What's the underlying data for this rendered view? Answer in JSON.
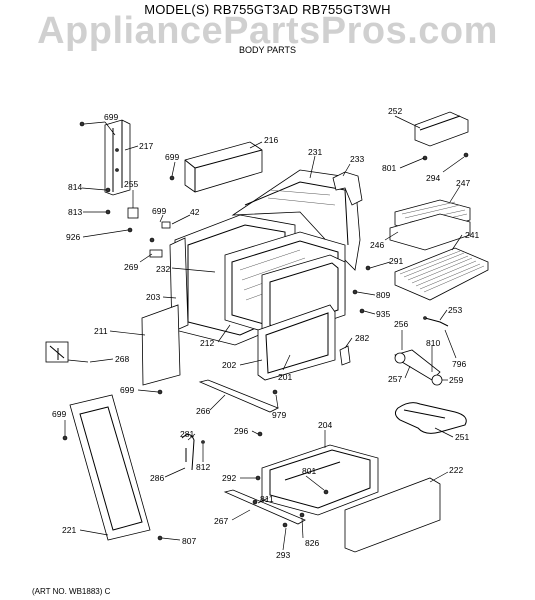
{
  "header": {
    "model_line": "MODEL(S) RB755GT3AD RB755GT3WH",
    "watermark": "AppliancePartsPros.com",
    "section": "BODY PARTS"
  },
  "footer": {
    "art_no": "(ART NO. WB1883) C"
  },
  "callouts": {
    "c699a": "699",
    "c217": "217",
    "c216": "216",
    "c699b": "699",
    "c231": "231",
    "c233": "233",
    "c252": "252",
    "c801a": "801",
    "c294": "294",
    "c247": "247",
    "c814": "814",
    "c255": "255",
    "c813": "813",
    "c699c": "699",
    "c42": "42",
    "c926": "926",
    "c269": "269",
    "c232": "232",
    "c246": "246",
    "c241": "241",
    "c291": "291",
    "c809": "809",
    "c203": "203",
    "c935": "935",
    "c253": "253",
    "c211": "211",
    "c256": "256",
    "c212": "212",
    "c282": "282",
    "c810": "810",
    "c268": "268",
    "c202": "202",
    "c201": "201",
    "c796": "796",
    "c257": "257",
    "c259": "259",
    "c699d": "699",
    "c699e": "699",
    "c266": "266",
    "c979": "979",
    "c251": "251",
    "c281": "281",
    "c296": "296",
    "c204": "204",
    "c812": "812",
    "c286": "286",
    "c292": "292",
    "c801b": "801",
    "c222": "222",
    "c811": "811",
    "c267": "267",
    "c221": "221",
    "c826": "826",
    "c807": "807",
    "c293": "293"
  }
}
